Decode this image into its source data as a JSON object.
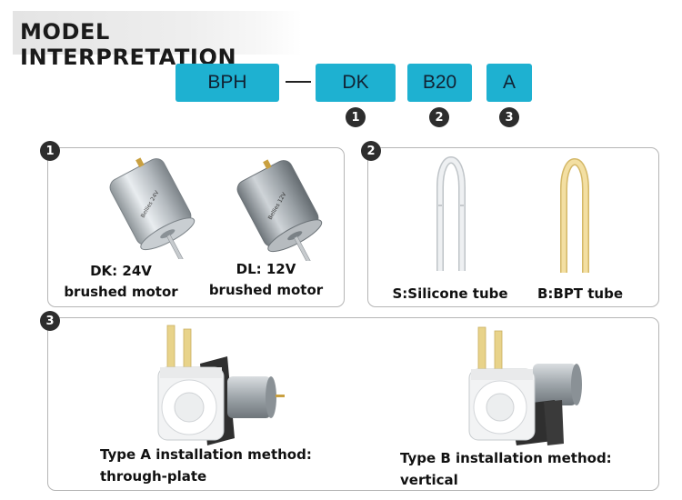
{
  "title": "MODEL INTERPRETATION",
  "model_code": {
    "parts": [
      "BPH",
      "DK",
      "B20",
      "A"
    ],
    "markers": [
      "1",
      "2",
      "3"
    ],
    "box_color": "#1eb1d1"
  },
  "sections": {
    "motor": {
      "number": "1",
      "items": [
        {
          "line1": "DK: 24V",
          "line2": "brushed motor",
          "motor_label": "Bellies 24V"
        },
        {
          "line1": "DL: 12V",
          "line2": "brushed motor",
          "motor_label": "Bellies 12V"
        }
      ]
    },
    "tube": {
      "number": "2",
      "items": [
        {
          "label": "S:Silicone tube",
          "color": "#e6e8ea"
        },
        {
          "label": "B:BPT tube",
          "color": "#f1dca0"
        }
      ]
    },
    "installation": {
      "number": "3",
      "items": [
        {
          "line1": "Type A installation method:",
          "line2": "through-plate"
        },
        {
          "line1": "Type B installation method:",
          "line2": "vertical"
        }
      ]
    }
  }
}
